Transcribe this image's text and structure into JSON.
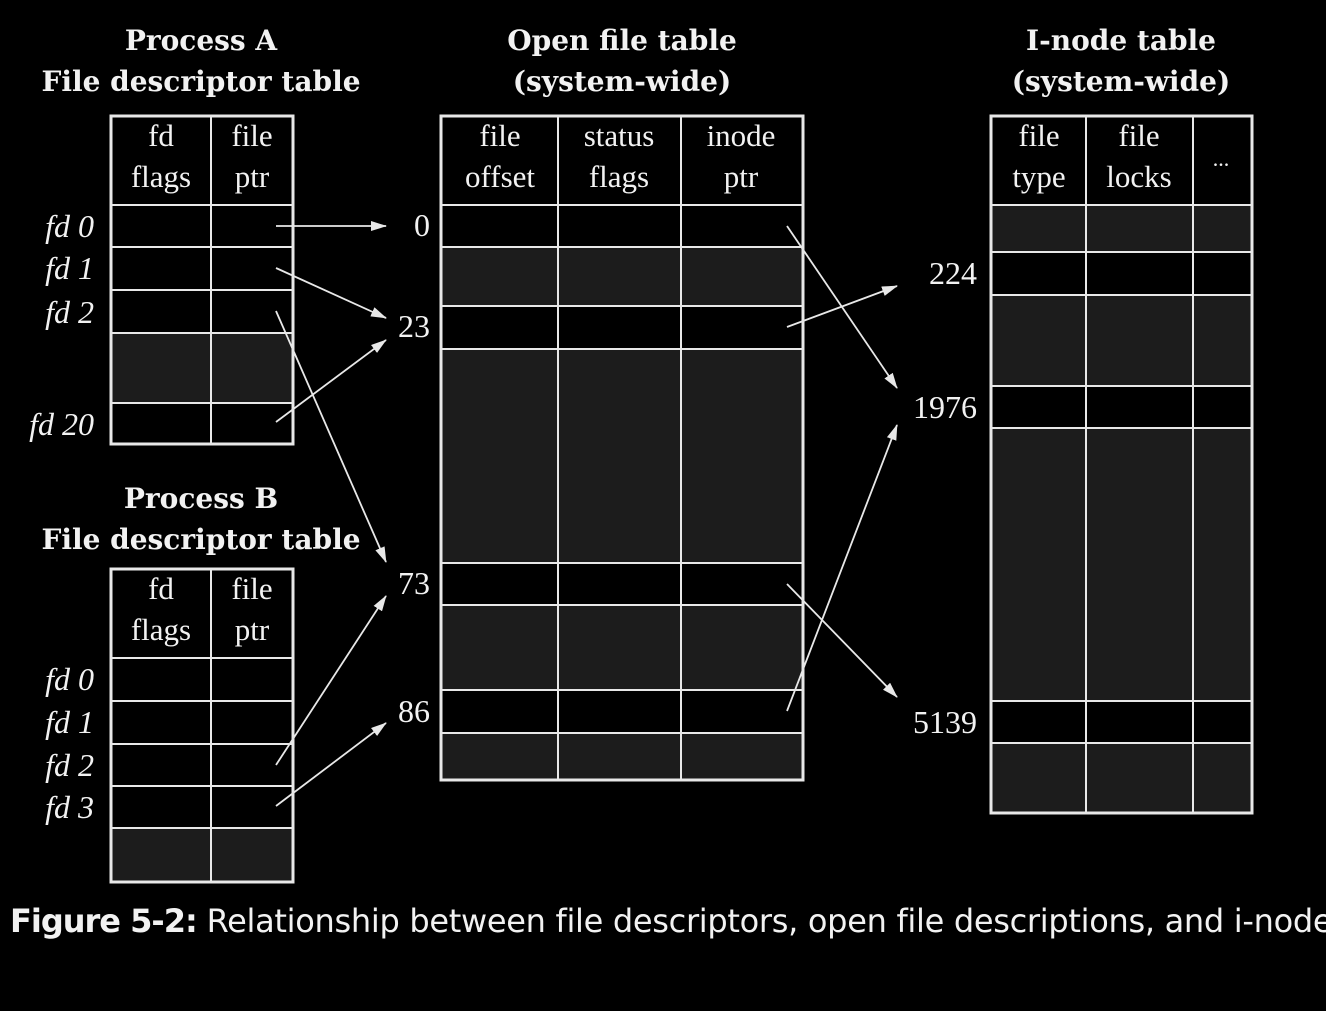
{
  "process_a": {
    "title_line1": "Process A",
    "title_line2": "File descriptor table",
    "col1_line1": "fd",
    "col1_line2": "flags",
    "col2_line1": "file",
    "col2_line2": "ptr",
    "fd_labels": [
      "fd 0",
      "fd 1",
      "fd 2",
      "fd 20"
    ]
  },
  "process_b": {
    "title_line1": "Process B",
    "title_line2": "File descriptor table",
    "col1_line1": "fd",
    "col1_line2": "flags",
    "col2_line1": "file",
    "col2_line2": "ptr",
    "fd_labels": [
      "fd 0",
      "fd 1",
      "fd 2",
      "fd 3"
    ]
  },
  "open_file_table": {
    "title_line1": "Open file table",
    "title_line2": "(system-wide)",
    "col1_line1": "file",
    "col1_line2": "offset",
    "col2_line1": "status",
    "col2_line2": "flags",
    "col3_line1": "inode",
    "col3_line2": "ptr",
    "entry_labels": [
      "0",
      "23",
      "73",
      "86"
    ]
  },
  "inode_table": {
    "title_line1": "I-node table",
    "title_line2": "(system-wide)",
    "col1_line1": "file",
    "col1_line2": "type",
    "col2_line1": "file",
    "col2_line2": "locks",
    "col3_label": "...",
    "entry_labels": [
      "224",
      "1976",
      "5139"
    ]
  },
  "caption": {
    "label": "Figure 5-2:",
    "text": " Relationship between file descriptors, open file descriptions, and i-nodes"
  },
  "colors": {
    "background": "#000000",
    "line": "#e8e8e8",
    "text": "#f2f2f2",
    "shaded_cell": "#1c1c1c"
  }
}
